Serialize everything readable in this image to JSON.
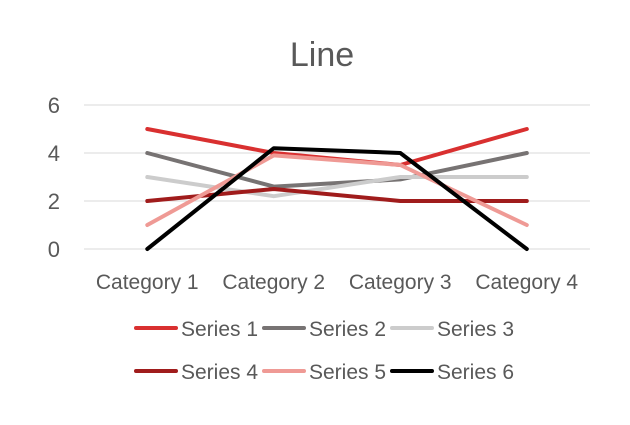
{
  "chart_data": {
    "type": "line",
    "title": "Line",
    "xlabel": "",
    "ylabel": "",
    "categories": [
      "Category 1",
      "Category 2",
      "Category 3",
      "Category 4"
    ],
    "ylim": [
      0,
      6
    ],
    "yticks": [
      0,
      2,
      4,
      6
    ],
    "grid": true,
    "legend": "bottom",
    "series": [
      {
        "name": "Series 1",
        "values": [
          5,
          4,
          3.5,
          5
        ],
        "color": "#d93030"
      },
      {
        "name": "Series 2",
        "values": [
          4,
          2.6,
          2.9,
          4
        ],
        "color": "#777373"
      },
      {
        "name": "Series 3",
        "values": [
          3,
          2.2,
          3,
          3
        ],
        "color": "#cccccc"
      },
      {
        "name": "Series 4",
        "values": [
          2,
          2.5,
          2,
          2
        ],
        "color": "#a01c1c"
      },
      {
        "name": "Series 5",
        "values": [
          1,
          3.9,
          3.5,
          1
        ],
        "color": "#ef9a95"
      },
      {
        "name": "Series 6",
        "values": [
          0,
          4.2,
          4,
          0
        ],
        "color": "#000000"
      }
    ]
  }
}
